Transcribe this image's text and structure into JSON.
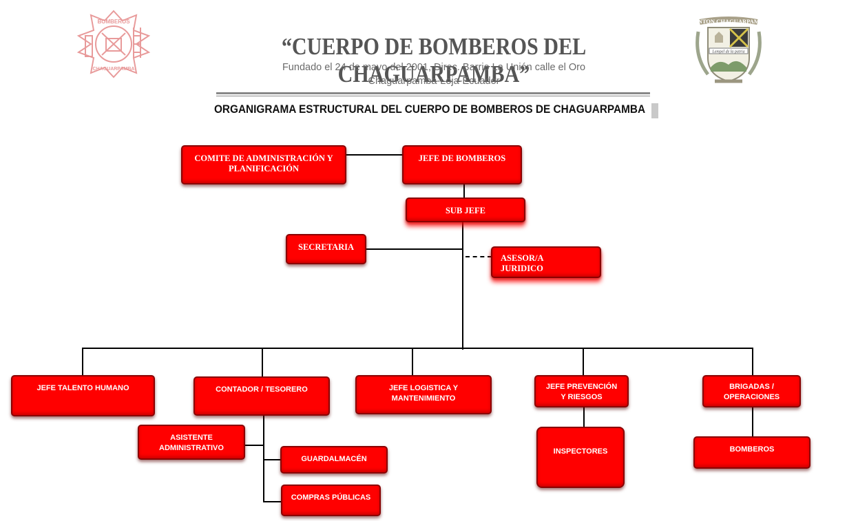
{
  "header": {
    "title": "“CUERPO DE BOMBEROS DEL CHAGUARPAMBA”",
    "subtitle_line1": "Fundado el 24 de mayo del 2001, Direc. Barrio La Unión calle el Oro",
    "subtitle_line2": "Chaguarpamba-Loja-Ecuador",
    "chart_heading": "ORGANIGRAMA ESTRUCTURAL DEL CUERPO DE BOMBEROS DE CHAGUARPAMBA"
  },
  "logos": {
    "left_top_text": "BOMBEROS",
    "left_bottom_text": "CHAGUARPAMBA",
    "right_banner_text": "CANTON CHAGUARPAMBA",
    "right_ribbon_text": "Lempel de la patria"
  },
  "nodes": {
    "comite": "COMITE DE ADMINISTRACIÓN Y PLANIFICACIÓN",
    "jefe": "JEFE DE BOMBEROS",
    "subjefe": "SUB JEFE",
    "secretaria": "SECRETARIA",
    "asesor": "ASESOR/A JURIDICO",
    "talento": "JEFE TALENTO HUMANO",
    "contador": "CONTADOR / TESORERO",
    "logistica": "JEFE LOGISTICA Y MANTENIMIENTO",
    "prevencion": "JEFE PREVENCIÓN Y RIESGOS",
    "brigadas": "BRIGADAS / OPERACIONES",
    "asistente": "ASISTENTE ADMINISTRATIVO",
    "guardalmacen": "GUARDALMACÉN",
    "compras": "COMPRAS PÚBLICAS",
    "inspectores": "INSPECTORES",
    "bomberos": "BOMBEROS"
  },
  "colors": {
    "box_fill": "#ff0000",
    "box_border": "#8a0000",
    "logo_left": "#e89a9a"
  }
}
